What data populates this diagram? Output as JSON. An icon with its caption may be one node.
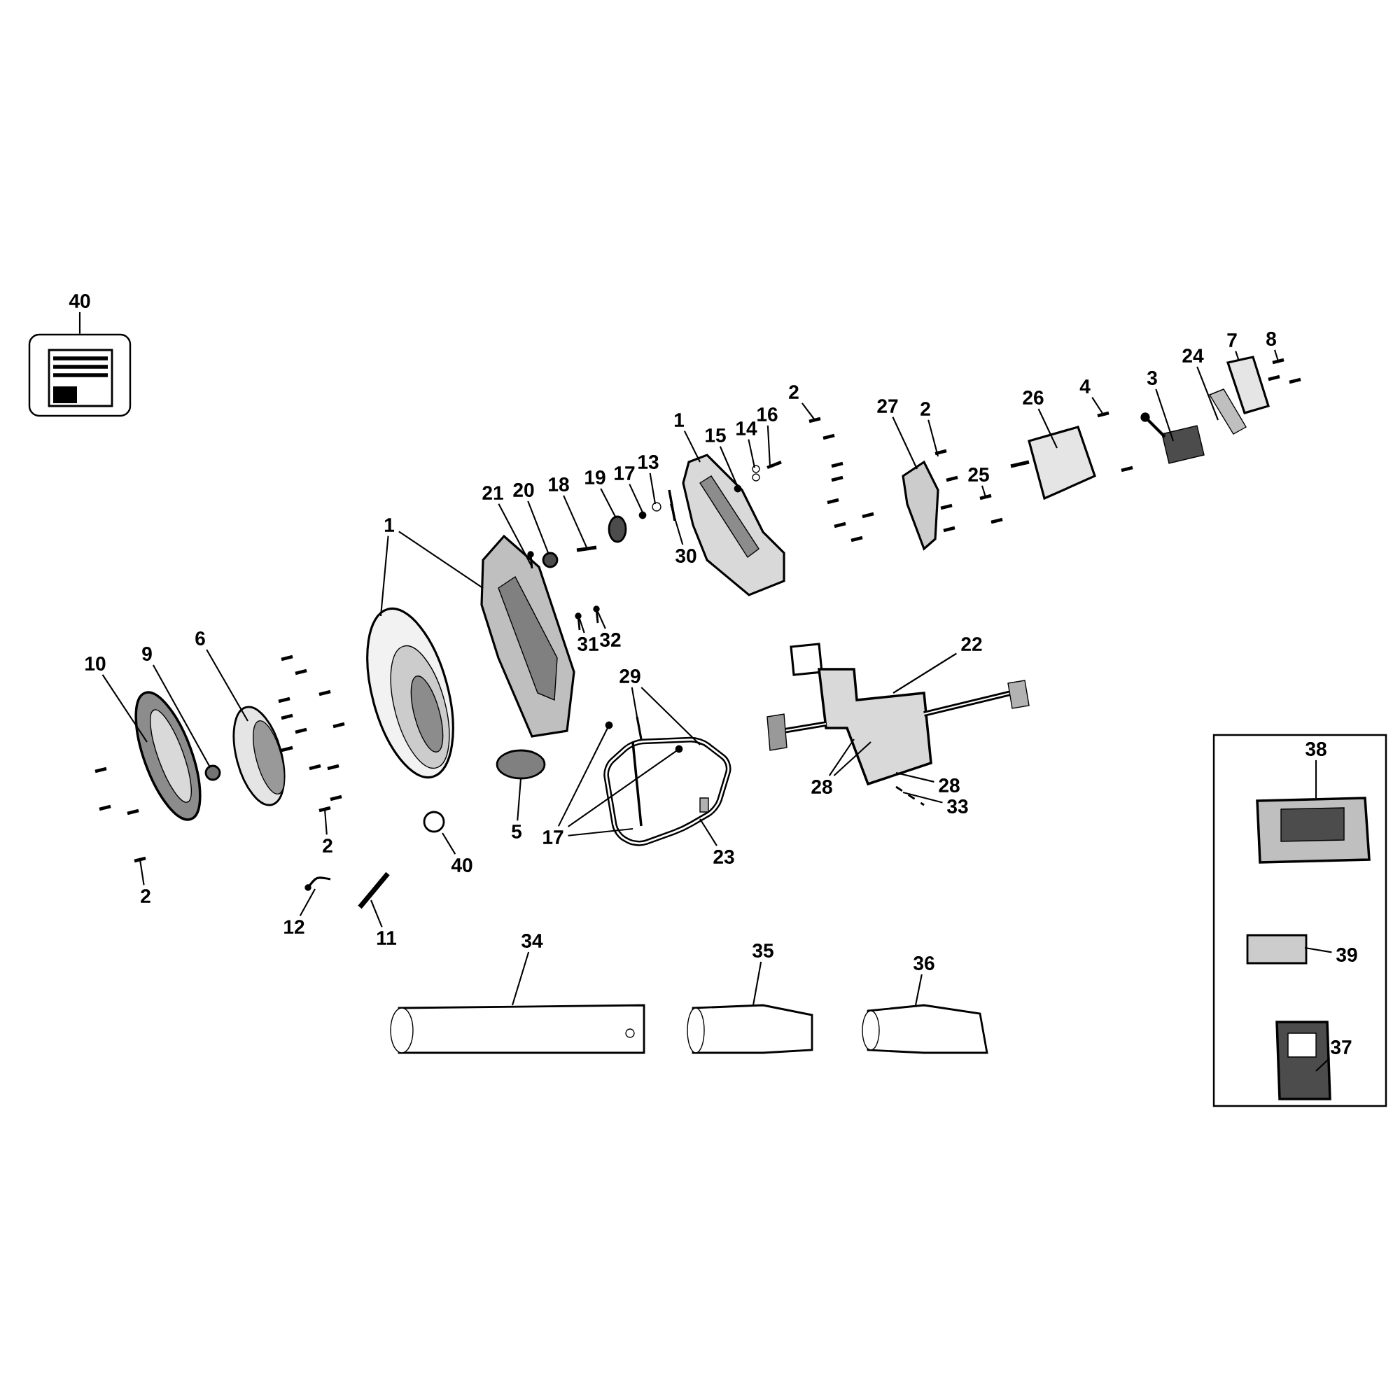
{
  "diagram": {
    "nodes": [
      {
        "text": [
          "40"
        ]
      },
      {
        "text": [],
        "shape": "box"
      },
      {
        "text": [
          "1"
        ]
      },
      {
        "text": [
          "21"
        ]
      },
      {
        "text": [
          "20"
        ]
      },
      {
        "text": [
          "18"
        ]
      },
      {
        "text": [
          "19"
        ]
      },
      {
        "text": [
          "17"
        ]
      },
      {
        "text": [
          "13"
        ]
      },
      {
        "text": [
          "30"
        ]
      },
      {
        "text": [
          "1"
        ]
      },
      {
        "text": [
          "15"
        ]
      },
      {
        "text": [
          "14"
        ]
      },
      {
        "text": [
          "16"
        ]
      },
      {
        "text": [
          "2"
        ]
      },
      {
        "text": [
          "27"
        ]
      },
      {
        "text": [
          "2"
        ]
      },
      {
        "text": [
          "25"
        ]
      },
      {
        "text": [
          "26"
        ]
      },
      {
        "text": [
          "4"
        ]
      },
      {
        "text": [
          "3"
        ]
      },
      {
        "text": [
          "24"
        ]
      },
      {
        "text": [
          "7"
        ]
      },
      {
        "text": [
          "8"
        ]
      },
      {
        "text": [
          "31"
        ]
      },
      {
        "text": [
          "32"
        ]
      },
      {
        "text": [
          "29"
        ]
      },
      {
        "text": [
          "22"
        ]
      },
      {
        "text": [
          "28"
        ]
      },
      {
        "text": [
          "28"
        ]
      },
      {
        "text": [
          "33"
        ]
      },
      {
        "text": [
          "23"
        ]
      },
      {
        "text": [
          "17"
        ]
      },
      {
        "text": [
          "5"
        ]
      },
      {
        "text": [
          "40"
        ]
      },
      {
        "text": [
          "10"
        ]
      },
      {
        "text": [
          "9"
        ]
      },
      {
        "text": [
          "6"
        ]
      },
      {
        "text": [
          "2"
        ]
      },
      {
        "text": [
          "2"
        ]
      },
      {
        "text": [
          "12"
        ]
      },
      {
        "text": [
          "11"
        ]
      },
      {
        "text": [
          "34"
        ]
      },
      {
        "text": [
          "35"
        ]
      },
      {
        "text": [
          "36"
        ]
      },
      {
        "text": [],
        "shape": "box"
      },
      {
        "text": [
          "38"
        ],
        "in": 45
      },
      {
        "text": [
          "39"
        ],
        "in": 45
      },
      {
        "text": [
          "37"
        ],
        "in": 45
      },
      {
        "text": [],
        "shape": "picture"
      },
      {
        "text": [],
        "shape": "picture"
      },
      {
        "text": [],
        "shape": "circle"
      },
      {
        "text": [],
        "shape": "picture"
      },
      {
        "text": [],
        "shape": "picture"
      },
      {
        "text": [],
        "shape": "picture"
      },
      {
        "text": [],
        "shape": "picture"
      },
      {
        "text": [],
        "shape": "picture"
      },
      {
        "text": [],
        "shape": "circle"
      },
      {
        "text": [],
        "shape": "picture"
      },
      {
        "text": [],
        "shape": "circle"
      },
      {
        "text": [],
        "shape": "picture"
      },
      {
        "text": [],
        "shape": "picture",
        "in": 60
      },
      {
        "text": [],
        "shape": "circle"
      },
      {
        "text": [],
        "shape": "picture"
      },
      {
        "text": [],
        "shape": "picture"
      },
      {
        "text": [],
        "shape": "picture"
      },
      {
        "text": [],
        "shape": "circle"
      },
      {
        "text": [],
        "shape": "circle"
      },
      {
        "text": [],
        "shape": "picture"
      },
      {
        "text": [],
        "shape": "circle"
      },
      {
        "text": [],
        "shape": "picture"
      },
      {
        "text": [],
        "shape": "picture"
      },
      {
        "text": [],
        "shape": "picture"
      },
      {
        "text": [],
        "shape": "circle",
        "in": 71
      },
      {
        "text": [],
        "shape": "picture"
      },
      {
        "text": [],
        "shape": "circle",
        "in": 74
      },
      {
        "text": [],
        "shape": "picture"
      },
      {
        "text": [],
        "shape": "picture"
      },
      {
        "text": [],
        "shape": "picture"
      },
      {
        "text": [],
        "shape": "picture"
      },
      {
        "text": [],
        "shape": "picture"
      },
      {
        "text": [],
        "shape": "picture"
      },
      {
        "text": [],
        "shape": "picture"
      },
      {
        "text": [],
        "shape": "picture"
      },
      {
        "text": [],
        "shape": "picture"
      },
      {
        "text": [],
        "shape": "picture"
      },
      {
        "text": [],
        "shape": "picture"
      },
      {
        "text": [],
        "shape": "picture"
      },
      {
        "text": [],
        "shape": "picture"
      },
      {
        "text": [],
        "shape": "picture"
      },
      {
        "text": [],
        "shape": "picture"
      },
      {
        "text": [],
        "shape": "picture",
        "in": 45
      },
      {
        "text": [],
        "shape": "box",
        "in": 45
      },
      {
        "text": [],
        "shape": "picture"
      },
      {
        "text": [],
        "shape": "picture",
        "in": 45
      }
    ],
    "edges": [
      {
        "from": 0,
        "to": 1,
        "arrow": "none"
      },
      {
        "from": 2,
        "to": 56,
        "arrow": "none"
      },
      {
        "from": 2,
        "to": 60,
        "arrow": "none"
      },
      {
        "from": 3,
        "to": 61,
        "arrow": "none"
      },
      {
        "from": 4,
        "to": 62,
        "arrow": "none"
      },
      {
        "from": 5,
        "to": 64,
        "arrow": "none"
      },
      {
        "from": 6,
        "to": 67,
        "arrow": "none"
      },
      {
        "from": 7,
        "to": 69,
        "arrow": "none"
      },
      {
        "from": 8,
        "to": 70,
        "arrow": "none"
      },
      {
        "from": 9,
        "to": 72,
        "arrow": "none"
      },
      {
        "from": 10,
        "to": 74,
        "arrow": "none"
      },
      {
        "from": 11,
        "to": 75,
        "arrow": "none"
      },
      {
        "from": 12,
        "to": 76,
        "arrow": "none"
      },
      {
        "from": 13,
        "to": 78,
        "arrow": "none"
      },
      {
        "from": 14,
        "to": 79,
        "arrow": "none"
      },
      {
        "from": 15,
        "to": 82,
        "arrow": "none"
      },
      {
        "from": 16,
        "to": 84,
        "arrow": "none"
      },
      {
        "from": 17,
        "to": 85,
        "arrow": "none"
      },
      {
        "from": 18,
        "to": 86,
        "arrow": "none"
      },
      {
        "from": 19,
        "to": 87,
        "arrow": "none"
      },
      {
        "from": 20,
        "to": 88,
        "arrow": "none"
      },
      {
        "from": 21,
        "to": 89,
        "arrow": "none"
      },
      {
        "from": 22,
        "to": 90,
        "arrow": "none"
      },
      {
        "from": 23,
        "to": 93,
        "arrow": "none"
      },
      {
        "from": 24,
        "to": 63,
        "arrow": "none"
      },
      {
        "from": 25,
        "to": 65,
        "arrow": "none"
      },
      {
        "from": 26,
        "to": 68,
        "arrow": "none"
      },
      {
        "from": 26,
        "to": 71,
        "arrow": "none"
      },
      {
        "from": 27,
        "to": 80,
        "arrow": "none"
      },
      {
        "from": 28,
        "to": 80,
        "arrow": "none"
      },
      {
        "from": 28,
        "to": 80,
        "arrow": "none"
      },
      {
        "from": 29,
        "to": 80,
        "arrow": "none"
      },
      {
        "from": 30,
        "to": 81,
        "arrow": "none"
      },
      {
        "from": 31,
        "to": 71,
        "arrow": "none"
      },
      {
        "from": 32,
        "to": 66,
        "arrow": "none"
      },
      {
        "from": 32,
        "to": 73,
        "arrow": "none"
      },
      {
        "from": 32,
        "to": 71,
        "arrow": "none"
      },
      {
        "from": 33,
        "to": 59,
        "arrow": "none"
      },
      {
        "from": 34,
        "to": 57,
        "arrow": "none"
      },
      {
        "from": 35,
        "to": 50,
        "arrow": "none"
      },
      {
        "from": 36,
        "to": 51,
        "arrow": "none"
      },
      {
        "from": 37,
        "to": 52,
        "arrow": "none"
      },
      {
        "from": 38,
        "to": 54,
        "arrow": "none"
      },
      {
        "from": 39,
        "to": 49,
        "arrow": "none"
      },
      {
        "from": 40,
        "to": 53,
        "arrow": "none"
      },
      {
        "from": 41,
        "to": 55,
        "arrow": "none"
      },
      {
        "from": 42,
        "to": 58,
        "arrow": "none"
      },
      {
        "from": 43,
        "to": 77,
        "arrow": "none"
      },
      {
        "from": 44,
        "to": 83,
        "arrow": "none"
      },
      {
        "from": 46,
        "to": 91,
        "arrow": "none"
      },
      {
        "from": 47,
        "to": 92,
        "arrow": "none"
      },
      {
        "from": 48,
        "to": 94,
        "arrow": "none"
      }
    ]
  }
}
